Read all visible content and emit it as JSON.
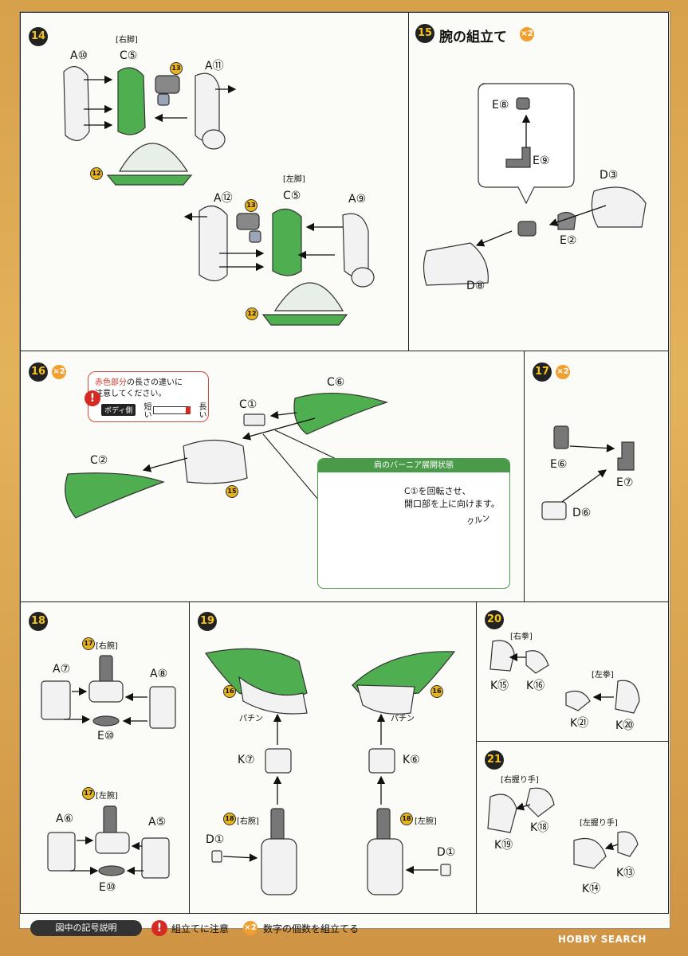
{
  "steps": {
    "s14": {
      "badge": "14",
      "right_leg": "[右脚]",
      "left_leg": "[左脚]",
      "labels": [
        "A⑩",
        "C⑤",
        "A⑪",
        "A⑫",
        "C⑤",
        "A⑨"
      ],
      "subrefs": [
        "13",
        "12",
        "13",
        "12"
      ]
    },
    "s15": {
      "badge": "15",
      "title": "腕の組立て",
      "x2": "×2",
      "labels": [
        "E⑧",
        "E⑨",
        "D③",
        "E②",
        "D⑧"
      ]
    },
    "s16": {
      "badge": "16",
      "x2": "×2",
      "note_red": "赤色部分",
      "note_line1_rest": "の長さの違いに",
      "note_line2": "注意してください。",
      "body_side": "ボディ側",
      "short": "短い",
      "long": "長い",
      "labels": [
        "C①",
        "C⑥",
        "C②"
      ],
      "subref": "15",
      "inset_title": "肩のバーニア展開状態",
      "inset_text1": "C①を回転させ、",
      "inset_text2": "開口部を上に向けます。",
      "inset_sfx": "クルン"
    },
    "s17": {
      "badge": "17",
      "x2": "×2",
      "labels": [
        "E⑥",
        "E⑦",
        "D⑥"
      ]
    },
    "s18": {
      "badge": "18",
      "right_arm": "[右腕]",
      "left_arm": "[左腕]",
      "subref": "17",
      "labels": [
        "A⑦",
        "A⑧",
        "E⑩",
        "A⑥",
        "A⑤",
        "E⑩"
      ]
    },
    "s19": {
      "badge": "19",
      "subref16": "16",
      "subref18": "18",
      "right_arm": "[右腕]",
      "left_arm": "[左腕]",
      "sfx": "パチン",
      "labels": [
        "K⑦",
        "K⑥",
        "D①",
        "D①"
      ]
    },
    "s20": {
      "badge": "20",
      "right_fist": "[右拳]",
      "left_fist": "[左拳]",
      "labels": [
        "K⑮",
        "K⑯",
        "K㉑",
        "K⑳"
      ]
    },
    "s21": {
      "badge": "21",
      "right_grip": "[右握り手]",
      "left_grip": "[左握り手]",
      "labels": [
        "K⑱",
        "K⑲",
        "K⑬",
        "K⑭"
      ]
    }
  },
  "legend": {
    "title": "図中の記号説明",
    "warn_icon": "!",
    "warn_text": "組立てに注意",
    "x2_icon": "×2",
    "x2_text": "数字の個数を組立てる"
  },
  "watermark": "HOBBY SEARCH",
  "colors": {
    "green": "#4fae4f",
    "badge_yellow": "#f4c21c",
    "warn_red": "#d42a22",
    "x2_orange": "#f0a030"
  }
}
